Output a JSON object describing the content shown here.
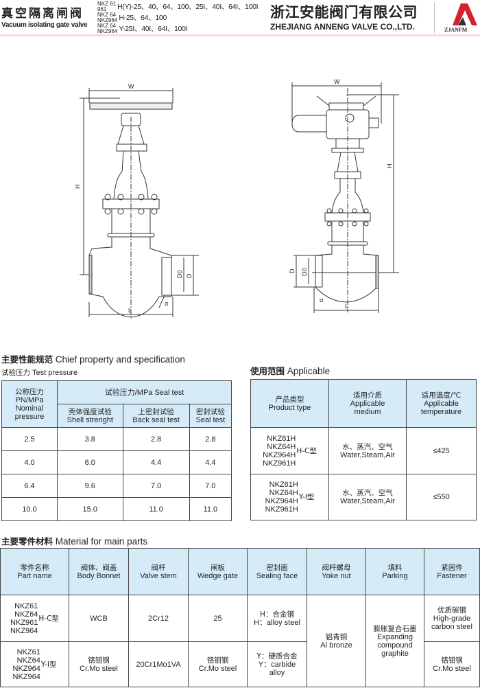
{
  "header": {
    "title_cn": "真空隔离闸阀",
    "title_en": "Vacuum isolating gate valve",
    "models": [
      {
        "pre_top": "NKZ 61",
        "pre_bot": "961",
        "spec": "H(Y)-25、40、64、100、25I、40I、64I、100I"
      },
      {
        "pre_top": "NKZ 64",
        "pre_bot": "NKZ964",
        "spec": "H-25、64、100"
      },
      {
        "pre_top": "NKZ 64",
        "pre_bot": "NKZ964",
        "spec": "Y-25I、40I、64I、100I"
      }
    ],
    "company_cn": "浙江安能阀门有限公司",
    "company_en": "ZHEJIANG ANNENG VALVE CO.,LTD.",
    "logo_text": "ZJANFM",
    "logo_color": "#d6202a"
  },
  "drawings": {
    "W": "W",
    "H": "H",
    "D0": "D0",
    "D": "D",
    "L": "L",
    "alpha": "α"
  },
  "spec": {
    "title_cn": "主要性能规范",
    "title_en": "Chief property and specification",
    "sub_cn": "试验压力",
    "sub_en": "Test pressure",
    "headers": {
      "nominal": [
        "公称压力",
        "PN/MPa",
        "Nominal",
        "pressure"
      ],
      "test_group": "试验压力/MPa Seal test",
      "shell": [
        "壳体强度试验",
        "Shell strenght"
      ],
      "back": [
        "上密封试验",
        "Back seal test"
      ],
      "seal": [
        "密封试验",
        "Seal test"
      ]
    },
    "rows": [
      [
        "2.5",
        "3.8",
        "2.8",
        "2.8"
      ],
      [
        "4.0",
        "6.0",
        "4.4",
        "4.4"
      ],
      [
        "6.4",
        "9.6",
        "7.0",
        "7.0"
      ],
      [
        "10.0",
        "15.0",
        "11.0",
        "11.0"
      ]
    ]
  },
  "applicable": {
    "title_cn": "使用范围",
    "title_en": "Applicable",
    "headers": [
      [
        "产品类型",
        "Product type"
      ],
      [
        "适用介质",
        "Applicable",
        "medium"
      ],
      [
        "适用温度/℃",
        "Applicable",
        "temperature"
      ]
    ],
    "rows": [
      {
        "types": [
          "NKZ61H",
          "NKZ64H",
          "NKZ964H",
          "NKZ961H"
        ],
        "suffix": "H-C型",
        "medium_cn": "水、蒸汽、空气",
        "medium_en": "Water,Steam,Air",
        "temp": "≤425"
      },
      {
        "types": [
          "NKZ61H",
          "NKZ64H",
          "NKZ964H",
          "NKZ961H"
        ],
        "suffix": "Y-I型",
        "medium_cn": "水、蒸汽、空气",
        "medium_en": "Water,Steam,Air",
        "temp": "≤550"
      }
    ]
  },
  "materials": {
    "title_cn": "主要零件材料",
    "title_en": "Material for main parts",
    "headers": [
      [
        "零件名称",
        "Part name"
      ],
      [
        "阀体、阀盖",
        "Body Bonnet"
      ],
      [
        "阀杆",
        "Valve stem"
      ],
      [
        "闸板",
        "Wedge gate"
      ],
      [
        "密封面",
        "Sealing face"
      ],
      [
        "阀杆螺母",
        "Yoke nut"
      ],
      [
        "填料",
        "Parking"
      ],
      [
        "紧固件",
        "Fastener"
      ]
    ],
    "row1": {
      "types": [
        "NKZ61",
        "NKZ64",
        "NKZ961",
        "NKZ964"
      ],
      "suffix": "H-C型",
      "body": "WCB",
      "stem": "2Cr12",
      "wedge": "25",
      "seal": [
        "H：合金钢",
        "H：alloy steel"
      ],
      "fastener": [
        "优质碳钢",
        "High-grade",
        "carbon steel"
      ]
    },
    "row2": {
      "types": [
        "NKZ61",
        "NKZ64",
        "NKZ964",
        "NKZ964"
      ],
      "suffix": "Y-I型",
      "body": [
        "铬钼钢",
        "Cr.Mo steel"
      ],
      "stem": "20Cr1Mo1VA",
      "wedge": [
        "铬钼钢",
        "Cr.Mo steel"
      ],
      "seal": [
        "Y：硬质合金",
        "Y：carbide",
        "alloy"
      ],
      "fastener": [
        "铬钼钢",
        "Cr.Mo steel"
      ]
    },
    "yoke": [
      "铝青铜",
      "Al bronze"
    ],
    "packing": [
      "膨胀复合石墨",
      "Expanding",
      "compound",
      "graphite"
    ]
  }
}
